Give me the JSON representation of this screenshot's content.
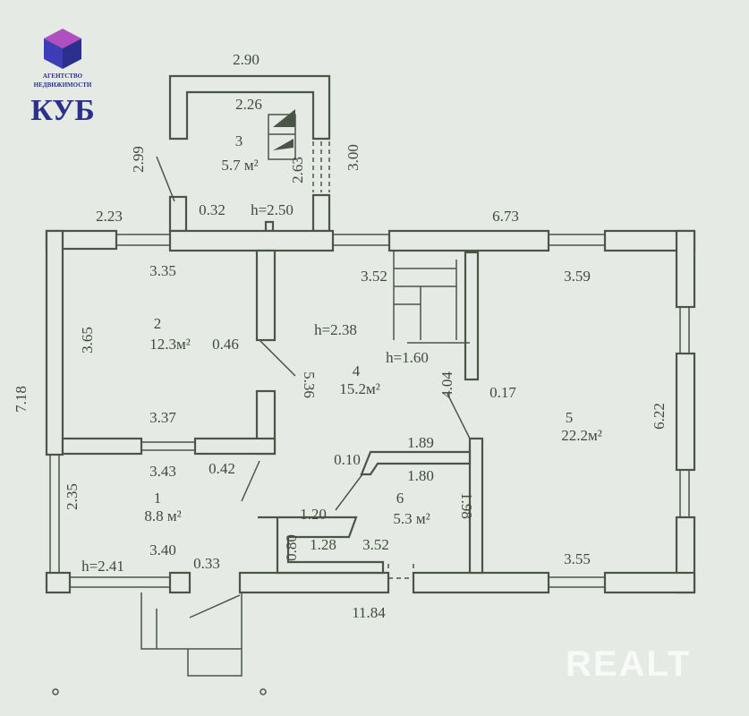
{
  "logo": {
    "line1": "АГЕНТСТВО",
    "line2": "НЕДВИЖИМОСТИ",
    "name": "КУБ",
    "colors": {
      "top": "#b04fc0",
      "left": "#3d3db5",
      "right": "#2d2f8c"
    }
  },
  "watermark": "REALT",
  "labels": [
    "2.90",
    "2.26",
    "3",
    "5.7 м²",
    "2.99",
    "2.63",
    "3.00",
    "0.32",
    "h=2.50",
    "2.23",
    "6.73",
    "3.35",
    "3.52",
    "3.59",
    "2",
    "12.3м²",
    "3.65",
    "0.46",
    "h=2.38",
    "h=1.60",
    "5.36",
    "4",
    "15.2м²",
    "4.04",
    "0.17",
    "5",
    "22.2м²",
    "6.22",
    "7.18",
    "3.37",
    "1.89",
    "3.43",
    "0.42",
    "0.10",
    "1.80",
    "1",
    "8.8 м²",
    "2.35",
    "1.20",
    "6",
    "5.3 м²",
    "1.98",
    "0.80",
    "1.28",
    "3.52",
    "3.40",
    "h=2.41",
    "0.33",
    "3.55",
    "11.84"
  ]
}
